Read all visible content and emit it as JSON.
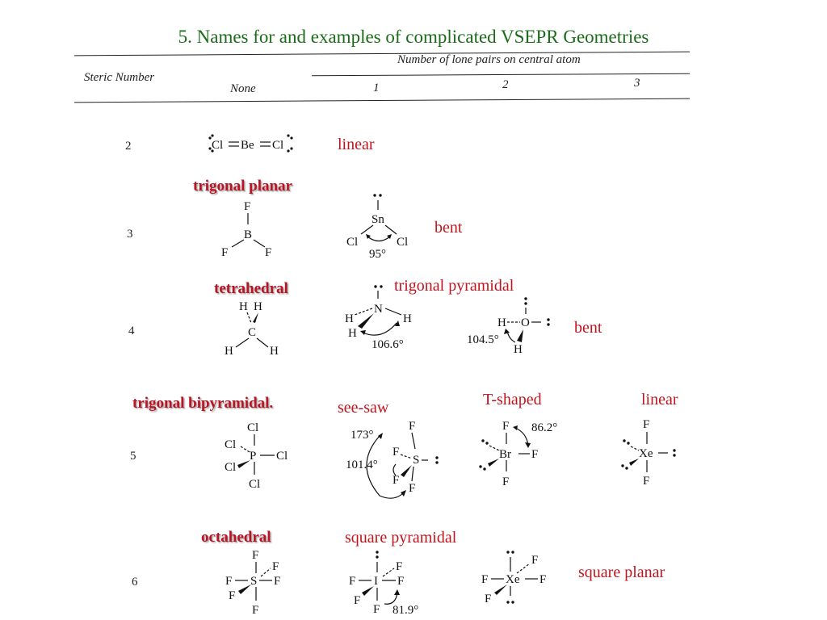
{
  "title": "5. Names for and examples of complicated VSEPR Geometries",
  "table_header": {
    "lone_pairs_label": "Number of lone pairs on central atom",
    "steric_number_label": "Steric Number",
    "columns": [
      "None",
      "1",
      "2",
      "3"
    ]
  },
  "rows": [
    {
      "steric_number": "2",
      "geometries": [
        "linear"
      ]
    },
    {
      "steric_number": "3",
      "geometries": [
        "trigonal planar",
        "bent"
      ],
      "angles": [
        "95°"
      ]
    },
    {
      "steric_number": "4",
      "geometries": [
        "tetrahedral",
        "trigonal pyramidal",
        "bent"
      ],
      "angles": [
        "106.6°",
        "104.5°"
      ]
    },
    {
      "steric_number": "5",
      "geometries": [
        "trigonal bipyramidal.",
        "see-saw",
        "T-shaped",
        "linear"
      ],
      "angles": [
        "173°",
        "101.4°",
        "86.2°"
      ]
    },
    {
      "steric_number": "6",
      "geometries": [
        "octahedral",
        "square pyramidal",
        "square planar"
      ],
      "angles": [
        "81.9°"
      ]
    }
  ],
  "atoms": {
    "Cl": "Cl",
    "Be": "Be",
    "F": "F",
    "B": "B",
    "Sn": "Sn",
    "H": "H",
    "C": "C",
    "N": "N",
    "O": "O",
    "P": "P",
    "S": "S",
    "Br": "Br",
    "Xe": "Xe",
    "I": "I"
  },
  "colors": {
    "title": "#1b6b1b",
    "geometry_label": "#c0141e",
    "geometry_label_bold": "#b81424",
    "text": "#111111"
  }
}
